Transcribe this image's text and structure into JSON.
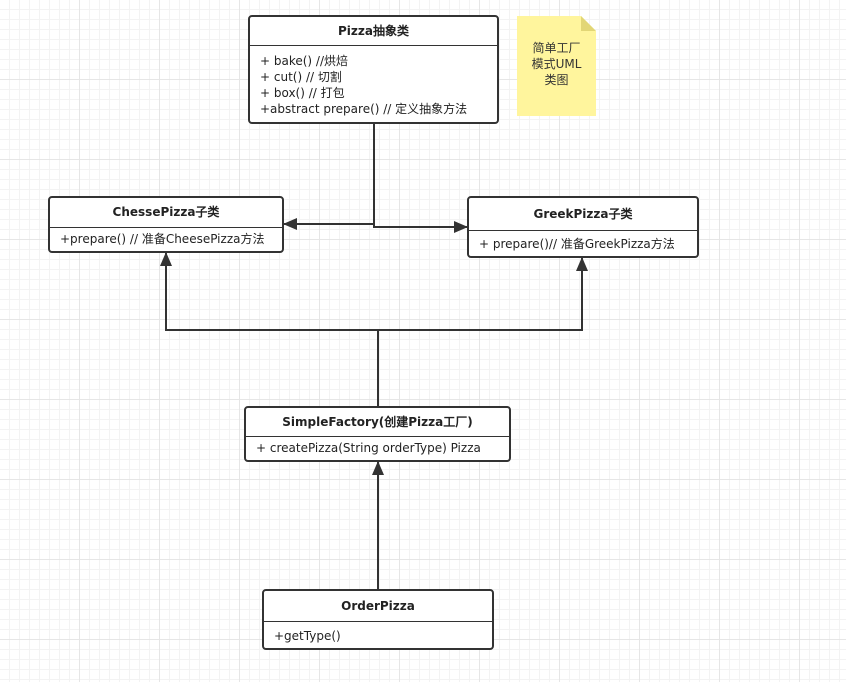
{
  "classes": {
    "pizza": {
      "name": "Pizza抽象类",
      "members": [
        "+ bake() //烘焙",
        "+ cut() // 切割",
        "+ box() // 打包",
        "+abstract prepare() // 定义抽象方法"
      ]
    },
    "chesse": {
      "name": "ChessePizza子类",
      "members": [
        "+prepare() // 准备CheesePizza方法"
      ]
    },
    "greek": {
      "name": "GreekPizza子类",
      "members": [
        "+ prepare()// 准备GreekPizza方法"
      ]
    },
    "factory": {
      "name": "SimpleFactory(创建Pizza工厂)",
      "members": [
        "+ createPizza(String orderType) Pizza"
      ]
    },
    "order": {
      "name": "OrderPizza",
      "members": [
        "+getType()"
      ]
    }
  },
  "note": {
    "lines": [
      "简单工厂",
      "模式UML",
      "类图"
    ]
  },
  "colors": {
    "stroke": "#333333",
    "note": "#fff59d",
    "grid": "#e6e6e6"
  },
  "edges": [
    {
      "from": "pizza",
      "to": "chesse",
      "kind": "association"
    },
    {
      "from": "pizza",
      "to": "greek",
      "kind": "association"
    },
    {
      "from": "factory",
      "to": "chesse",
      "kind": "association"
    },
    {
      "from": "factory",
      "to": "greek",
      "kind": "association"
    },
    {
      "from": "order",
      "to": "factory",
      "kind": "association"
    }
  ]
}
